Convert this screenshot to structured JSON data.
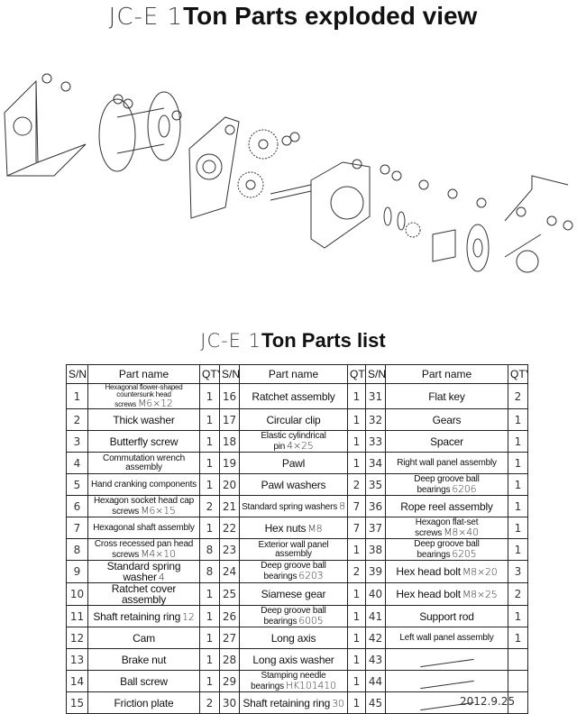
{
  "header": {
    "model_code": "JC-E 1",
    "title": "Ton Parts exploded view"
  },
  "list_header": {
    "model_code": "JC-E 1",
    "title": "Ton Parts list"
  },
  "table": {
    "columns": [
      "S/N",
      "Part name",
      "QTY",
      "S/N",
      "Part name",
      "QTY",
      "S/N",
      "Part name",
      "QTY"
    ],
    "rows": [
      [
        {
          "sn": "1",
          "name": "Hexagonal flower-shaped countersunk head screws",
          "spec": "M6×12",
          "qty": "1"
        },
        {
          "sn": "16",
          "name": "Ratchet assembly",
          "spec": "",
          "qty": "1"
        },
        {
          "sn": "31",
          "name": "Flat key",
          "spec": "",
          "qty": "2"
        }
      ],
      [
        {
          "sn": "2",
          "name": "Thick washer",
          "spec": "",
          "qty": "1"
        },
        {
          "sn": "17",
          "name": "Circular clip",
          "spec": "",
          "qty": "1"
        },
        {
          "sn": "32",
          "name": "Gears",
          "spec": "",
          "qty": "1"
        }
      ],
      [
        {
          "sn": "3",
          "name": "Butterfly screw",
          "spec": "",
          "qty": "1"
        },
        {
          "sn": "18",
          "name": "Elastic cylindrical pin",
          "spec": "4×25",
          "qty": "1"
        },
        {
          "sn": "33",
          "name": "Spacer",
          "spec": "",
          "qty": "1"
        }
      ],
      [
        {
          "sn": "4",
          "name": "Commutation wrench assembly",
          "spec": "",
          "qty": "1"
        },
        {
          "sn": "19",
          "name": "Pawl",
          "spec": "",
          "qty": "1"
        },
        {
          "sn": "34",
          "name": "Right wall panel assembly",
          "spec": "",
          "qty": "1"
        }
      ],
      [
        {
          "sn": "5",
          "name": "Hand cranking components",
          "spec": "",
          "qty": "1"
        },
        {
          "sn": "20",
          "name": "Pawl washers",
          "spec": "",
          "qty": "2"
        },
        {
          "sn": "35",
          "name": "Deep groove ball bearings",
          "spec": "6206",
          "qty": "1"
        }
      ],
      [
        {
          "sn": "6",
          "name": "Hexagon socket head cap screws",
          "spec": "M6×15",
          "qty": "2"
        },
        {
          "sn": "21",
          "name": "Standard spring washers",
          "spec": "8",
          "qty": "7"
        },
        {
          "sn": "36",
          "name": "Rope reel assembly",
          "spec": "",
          "qty": "1"
        }
      ],
      [
        {
          "sn": "7",
          "name": "Hexagonal shaft assembly",
          "spec": "",
          "qty": "1"
        },
        {
          "sn": "22",
          "name": "Hex nuts",
          "spec": "M8",
          "qty": "7"
        },
        {
          "sn": "37",
          "name": "Hexagon flat-set screws",
          "spec": "M8×40",
          "qty": "1"
        }
      ],
      [
        {
          "sn": "8",
          "name": "Cross recessed pan head screws",
          "spec": "M4×10",
          "qty": "8"
        },
        {
          "sn": "23",
          "name": "Exterior wall panel assembly",
          "spec": "",
          "qty": "1"
        },
        {
          "sn": "38",
          "name": "Deep groove ball bearings",
          "spec": "6205",
          "qty": "1"
        }
      ],
      [
        {
          "sn": "9",
          "name": "Standard spring washer",
          "spec": "4",
          "qty": "8"
        },
        {
          "sn": "24",
          "name": "Deep groove ball bearings",
          "spec": "6203",
          "qty": "2"
        },
        {
          "sn": "39",
          "name": "Hex head bolt",
          "spec": "M8×20",
          "qty": "3"
        }
      ],
      [
        {
          "sn": "10",
          "name": "Ratchet cover assembly",
          "spec": "",
          "qty": "1"
        },
        {
          "sn": "25",
          "name": "Siamese gear",
          "spec": "",
          "qty": "1"
        },
        {
          "sn": "40",
          "name": "Hex head bolt",
          "spec": "M8×25",
          "qty": "2"
        }
      ],
      [
        {
          "sn": "11",
          "name": "Shaft retaining ring",
          "spec": "12",
          "qty": "1"
        },
        {
          "sn": "26",
          "name": "Deep groove ball bearings",
          "spec": "6005",
          "qty": "1"
        },
        {
          "sn": "41",
          "name": "Support rod",
          "spec": "",
          "qty": "1"
        }
      ],
      [
        {
          "sn": "12",
          "name": "Cam",
          "spec": "",
          "qty": "1"
        },
        {
          "sn": "27",
          "name": "Long axis",
          "spec": "",
          "qty": "1"
        },
        {
          "sn": "42",
          "name": "Left wall panel assembly",
          "spec": "",
          "qty": "1"
        }
      ],
      [
        {
          "sn": "13",
          "name": "Brake nut",
          "spec": "",
          "qty": "1"
        },
        {
          "sn": "28",
          "name": "Long axis washer",
          "spec": "",
          "qty": "1"
        },
        {
          "sn": "43",
          "name": "",
          "spec": "",
          "qty": ""
        }
      ],
      [
        {
          "sn": "14",
          "name": "Ball screw",
          "spec": "",
          "qty": "1"
        },
        {
          "sn": "29",
          "name": "Stamping needle bearings",
          "spec": "HK101410",
          "qty": "1"
        },
        {
          "sn": "44",
          "name": "",
          "spec": "",
          "qty": ""
        }
      ],
      [
        {
          "sn": "15",
          "name": "Friction plate",
          "spec": "",
          "qty": "2"
        },
        {
          "sn": "30",
          "name": "Shaft retaining ring",
          "spec": "30",
          "qty": "1"
        },
        {
          "sn": "45",
          "name": "",
          "spec": "",
          "qty": ""
        }
      ]
    ]
  },
  "date": "2012.9.25"
}
